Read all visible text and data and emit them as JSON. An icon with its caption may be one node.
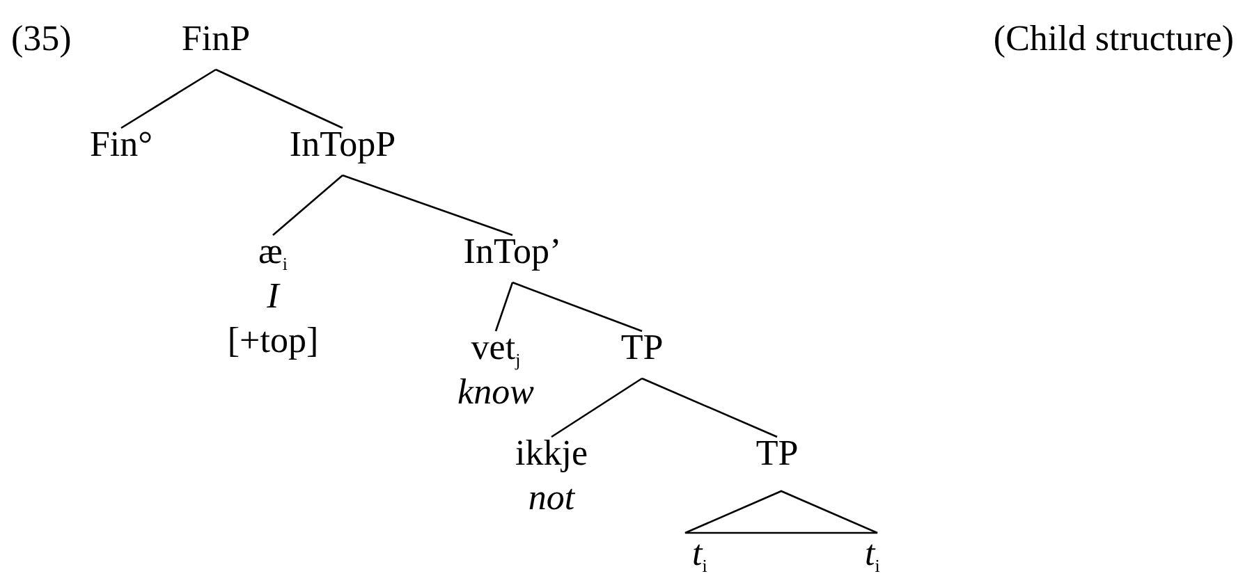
{
  "diagram": {
    "nodes": [
      {
        "text": [
          "FinP"
        ]
      },
      {
        "text": [
          "Fin°"
        ]
      },
      {
        "text": [
          "InTopP"
        ]
      },
      {
        "text": [
          "æ$_{i}$",
          "I",
          "[+top]"
        ]
      },
      {
        "text": [
          "InTop’"
        ]
      },
      {
        "text": [
          "vet$_{j}$",
          "know"
        ]
      },
      {
        "text": [
          "TP"
        ]
      },
      {
        "text": [
          "ikkje",
          "not"
        ]
      },
      {
        "text": [
          "TP"
        ]
      },
      {
        "text": [],
        "shape": "triangle"
      }
    ],
    "edges": [
      {
        "from": 0,
        "to": 1,
        "arrow": "none"
      },
      {
        "from": 0,
        "to": 2,
        "arrow": "none"
      },
      {
        "from": 2,
        "to": 3,
        "arrow": "none"
      },
      {
        "from": 2,
        "to": 4,
        "arrow": "none"
      },
      {
        "from": 4,
        "to": 5,
        "arrow": "none"
      },
      {
        "from": 4,
        "to": 6,
        "arrow": "none"
      },
      {
        "from": 6,
        "to": 7,
        "arrow": "none"
      },
      {
        "from": 6,
        "to": 8,
        "arrow": "none"
      }
    ],
    "labels": [
      "(35)",
      "(Child structure)",
      "*t*$_{i}$",
      "*t*$_{i}$"
    ]
  }
}
